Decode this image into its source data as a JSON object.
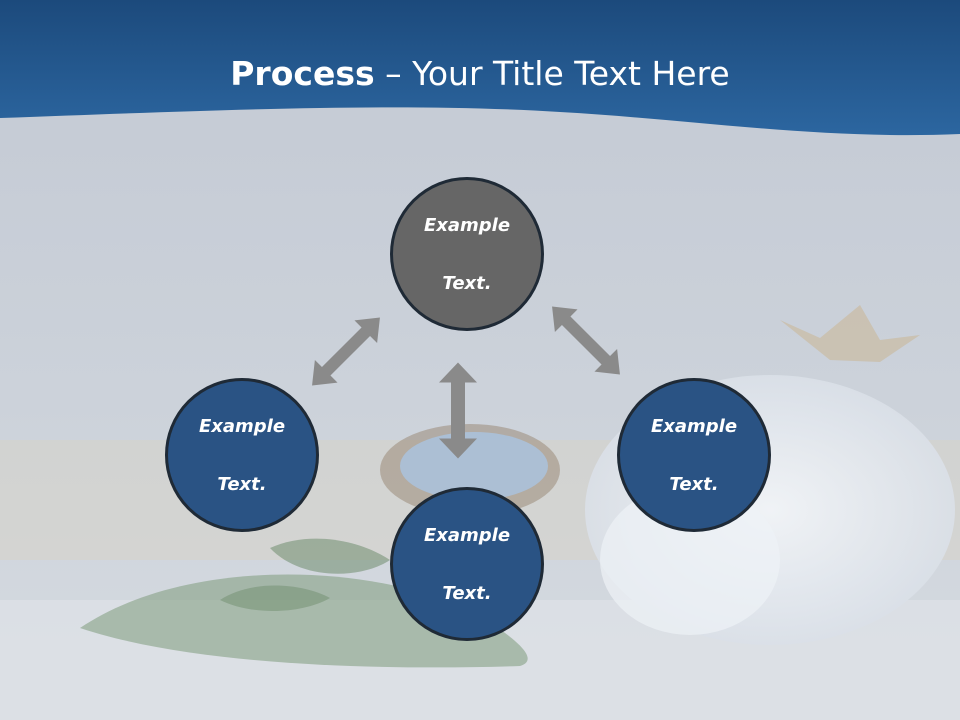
{
  "slide": {
    "title_bold": "Process",
    "title_rest": " – Your Title Text Here"
  },
  "diagram": {
    "nodes": [
      {
        "id": "top",
        "line1": "Example",
        "line2": "Text.",
        "color": "#666666"
      },
      {
        "id": "left",
        "line1": "Example",
        "line2": "Text.",
        "color": "#2a5384"
      },
      {
        "id": "bottom",
        "line1": "Example",
        "line2": "Text.",
        "color": "#2a5384"
      },
      {
        "id": "right",
        "line1": "Example",
        "line2": "Text.",
        "color": "#2a5384"
      }
    ],
    "connectors": [
      {
        "from": "top",
        "to": "left",
        "type": "double-arrow"
      },
      {
        "from": "top",
        "to": "bottom",
        "type": "double-arrow"
      },
      {
        "from": "top",
        "to": "right",
        "type": "double-arrow"
      }
    ],
    "arrow_color": "#8a8a8a"
  },
  "theme": {
    "header_color": "#245a92",
    "background_color": "#c5ccd6"
  }
}
